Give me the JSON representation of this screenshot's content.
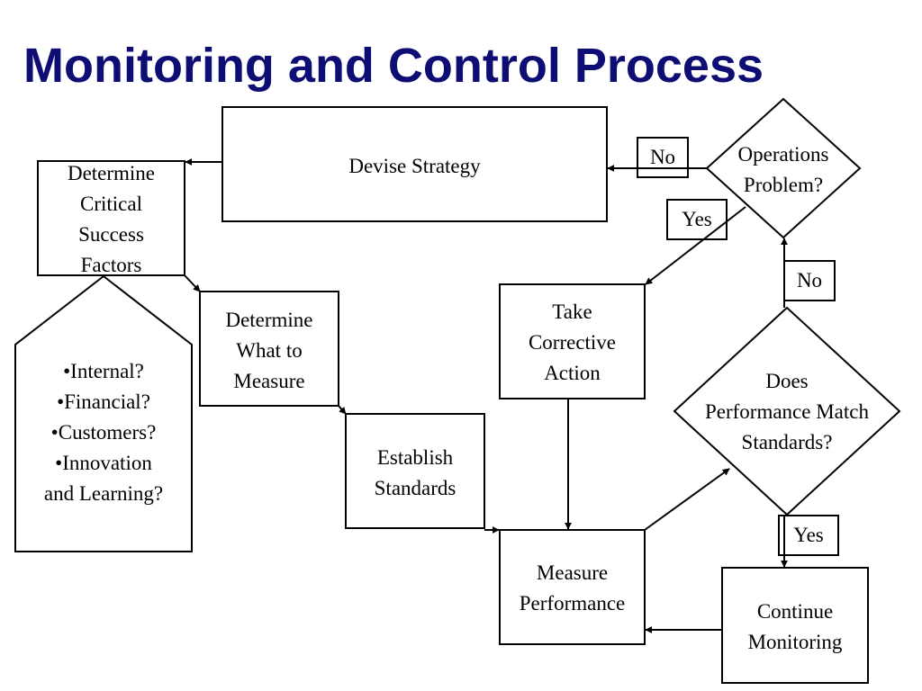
{
  "title": "Monitoring and Control Process",
  "colors": {
    "title": "#0d0d73",
    "stroke": "#000000"
  },
  "nodes": {
    "devise_strategy": "Devise Strategy",
    "critical_success_factors": "Determine\nCritical\nSuccess\nFactors",
    "factor_list": "•Internal?\n•Financial?\n•Customers?\n•Innovation\nand Learning?",
    "what_to_measure": "Determine\nWhat to\nMeasure",
    "establish_standards": "Establish\nStandards",
    "corrective_action": "Take\nCorrective\nAction",
    "measure_performance": "Measure\nPerformance",
    "continue_monitoring": "Continue\nMonitoring",
    "operations_problem": "Operations\nProblem?",
    "performance_match": "Does\nPerformance Match\nStandards?"
  },
  "labels": {
    "no_top": "No",
    "yes_top": "Yes",
    "no_right": "No",
    "yes_bottom": "Yes"
  }
}
